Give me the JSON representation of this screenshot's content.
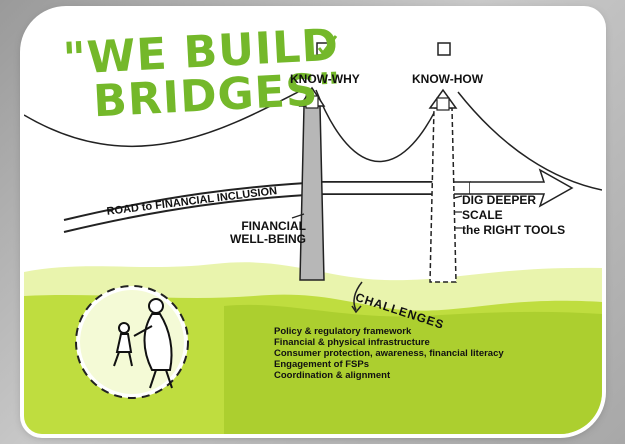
{
  "title": {
    "line1": "\"WE BUILD",
    "line2": "BRIDGES\""
  },
  "pillars": {
    "left_label": "KNOW-WHY",
    "right_label": "KNOW-HOW"
  },
  "road_label": "ROAD to FINANCIAL INCLUSION",
  "wellbeing": {
    "line1": "FINANCIAL",
    "line2": "WELL-BEING"
  },
  "tools": [
    "DIG DEEPER",
    "SCALE",
    "the RIGHT TOOLS"
  ],
  "challenges_label": "CHALLENGES",
  "challenges": [
    "Policy & regulatory framework",
    "Financial & physical infrastructure",
    "Consumer protection, awareness, financial literacy",
    "Engagement of FSPs",
    "Coordination & alignment"
  ],
  "colors": {
    "green": "#74b82a",
    "lime": "#c8e23a",
    "ink": "#111111"
  },
  "icons": [
    "checkbox-checked-icon",
    "checkbox-empty-icon",
    "people-walking-icon",
    "arrow-icon"
  ]
}
